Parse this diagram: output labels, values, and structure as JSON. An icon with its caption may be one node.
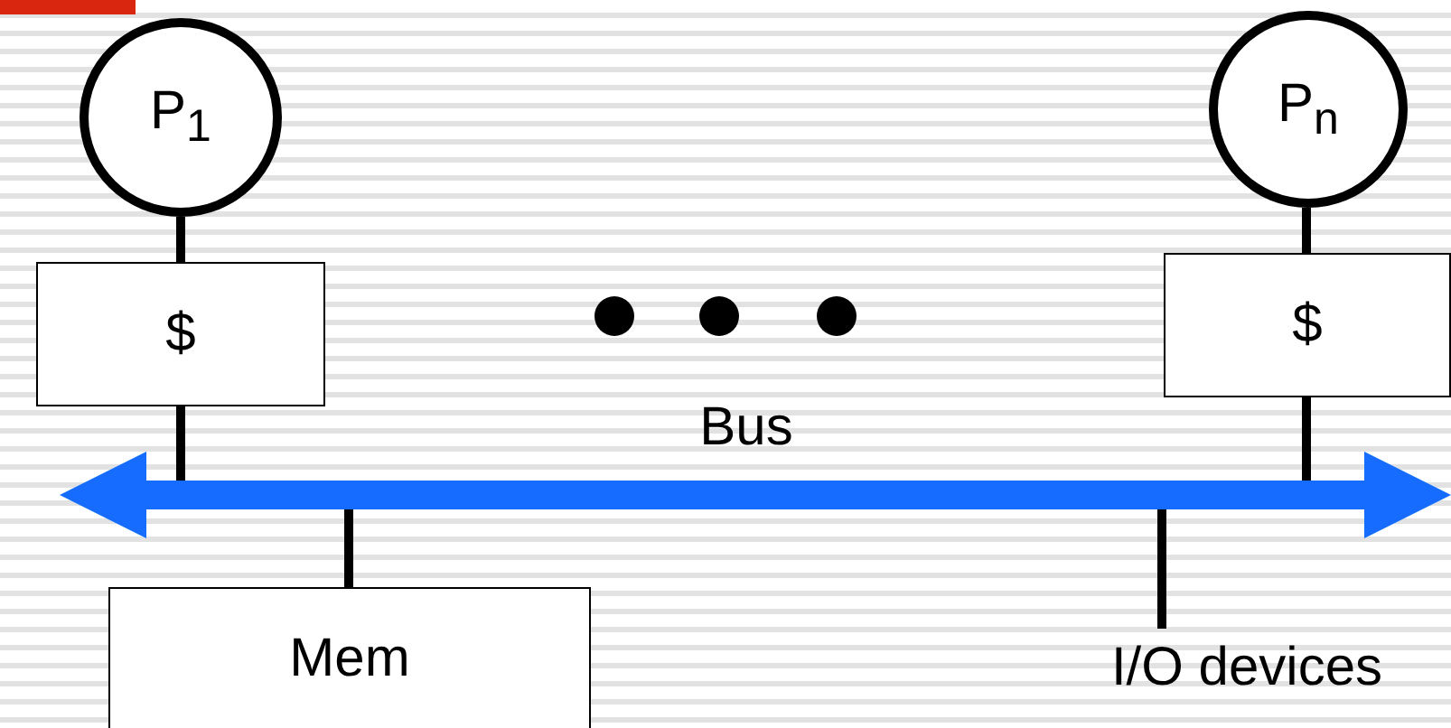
{
  "diagram": {
    "nodes": [
      {
        "text": [
          "P$_{1}$"
        ]
      },
      {
        "text": [
          "P$_{n}$"
        ]
      },
      {
        "text": [
          "$"
        ]
      },
      {
        "text": [
          "$"
        ]
      },
      {
        "text": [
          "Bus"
        ]
      },
      {
        "text": [
          "Mem"
        ]
      },
      {
        "text": [
          "I/O devices"
        ]
      }
    ],
    "edges": [
      {
        "from": 0,
        "to": 2,
        "arrow": "none"
      },
      {
        "from": 1,
        "to": 3,
        "arrow": "none"
      },
      {
        "from": 2,
        "to": 4,
        "arrow": "none"
      },
      {
        "from": 3,
        "to": 4,
        "arrow": "none"
      },
      {
        "from": 4,
        "to": 5,
        "arrow": "none"
      },
      {
        "from": 4,
        "to": 6,
        "arrow": "none"
      }
    ]
  }
}
